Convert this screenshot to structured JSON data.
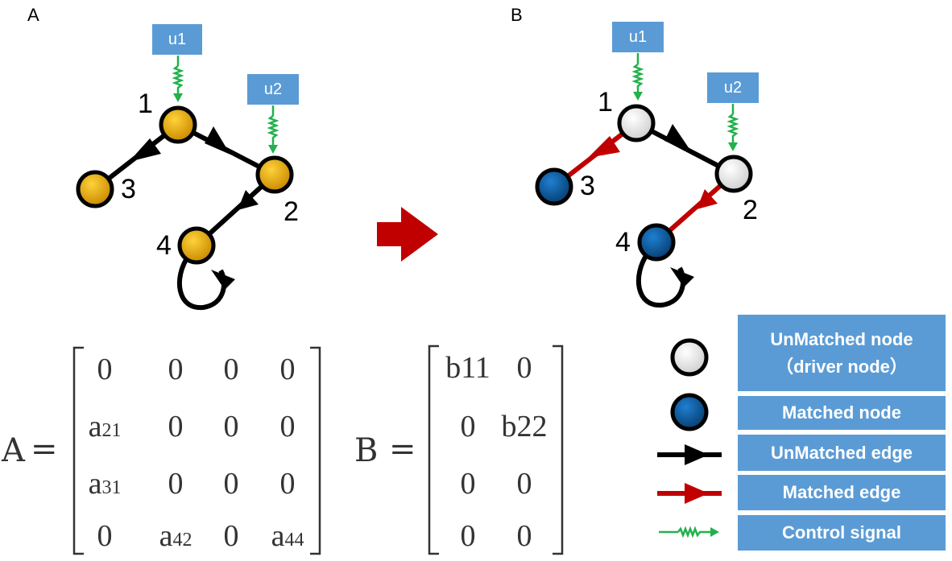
{
  "panel_a": {
    "label": "A",
    "inputs": [
      "u1",
      "u2"
    ],
    "node_labels": [
      "1",
      "2",
      "3",
      "4"
    ]
  },
  "panel_b": {
    "label": "B",
    "inputs": [
      "u1",
      "u2"
    ],
    "node_labels": [
      "1",
      "2",
      "3",
      "4"
    ]
  },
  "colors": {
    "original_node": "#e6a800",
    "unmatched_node": "#e8e8e8",
    "matched_node": "#0a5a9c",
    "unmatched_edge": "#000000",
    "matched_edge": "#c00000",
    "control_signal": "#22b14c",
    "transition_arrow": "#c00000",
    "input_box": "#5b9bd5"
  },
  "matrix_a": {
    "name": "A",
    "equals": "=",
    "rows": [
      [
        "0",
        "0",
        "0",
        "0"
      ],
      [
        "a21",
        "0",
        "0",
        "0"
      ],
      [
        "a31",
        "0",
        "0",
        "0"
      ],
      [
        "0",
        "a42",
        "0",
        "a44"
      ]
    ]
  },
  "matrix_b": {
    "name": "B",
    "equals": "=",
    "rows": [
      [
        "b11",
        "0"
      ],
      [
        "0",
        "b22"
      ],
      [
        "0",
        "0"
      ],
      [
        "0",
        "0"
      ]
    ]
  },
  "legend": {
    "unmatched_node_line1": "UnMatched node",
    "unmatched_node_line2": "（driver node）",
    "matched_node": "Matched node",
    "unmatched_edge": "UnMatched edge",
    "matched_edge": "Matched edge",
    "control_signal": "Control signal"
  }
}
